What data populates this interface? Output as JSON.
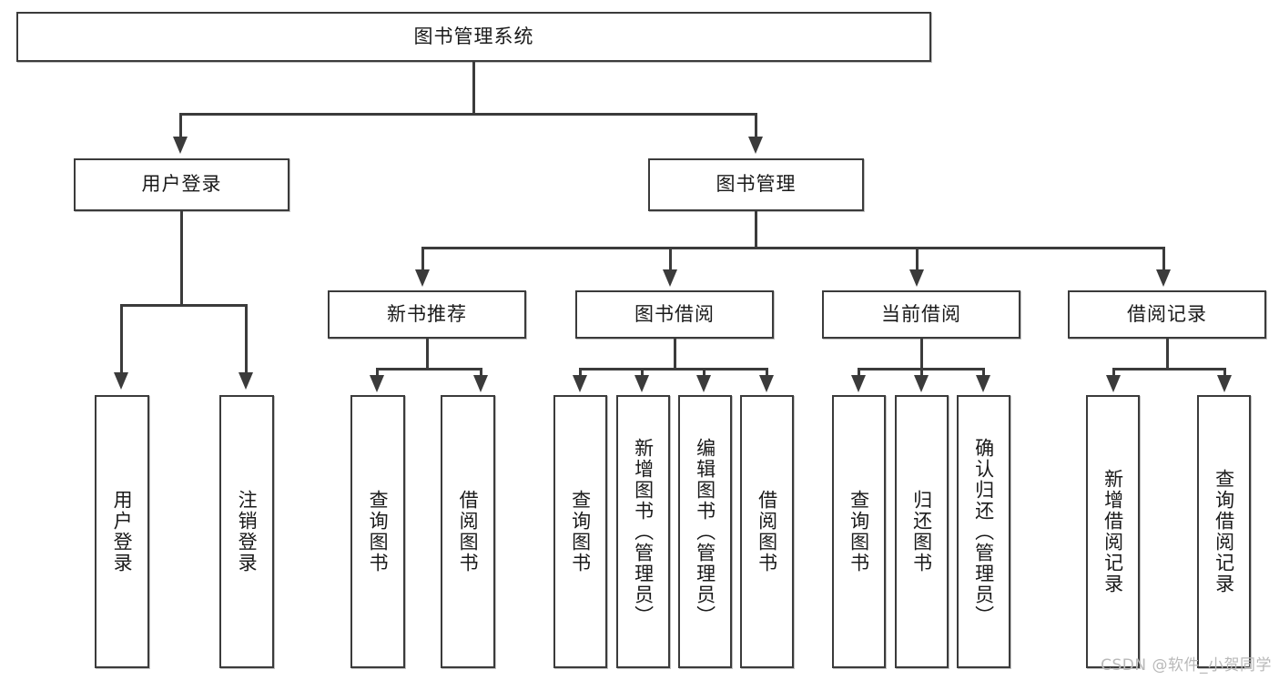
{
  "diagram": {
    "title_node": {
      "label": "图书管理系统"
    },
    "level1": [
      {
        "id": "user-login",
        "label": "用户登录"
      },
      {
        "id": "book-management",
        "label": "图书管理"
      }
    ],
    "level2": [
      {
        "id": "new-book-recommend",
        "label": "新书推荐"
      },
      {
        "id": "book-borrow",
        "label": "图书借阅"
      },
      {
        "id": "current-borrow",
        "label": "当前借阅"
      },
      {
        "id": "borrow-record",
        "label": "借阅记录"
      }
    ],
    "leaves": {
      "user_login": [
        {
          "id": "leaf-user-login",
          "label": "用户登录"
        },
        {
          "id": "leaf-logout-login",
          "label": "注销登录"
        }
      ],
      "new_book_recommend": [
        {
          "id": "leaf-query-book-1",
          "label": "查询图书"
        },
        {
          "id": "leaf-borrow-book-1",
          "label": "借阅图书"
        }
      ],
      "book_borrow": [
        {
          "id": "leaf-query-book-2",
          "label": "查询图书"
        },
        {
          "id": "leaf-add-book",
          "label": "新增图书（管理员）"
        },
        {
          "id": "leaf-edit-book",
          "label": "编辑图书（管理员）"
        },
        {
          "id": "leaf-borrow-book-2",
          "label": "借阅图书"
        }
      ],
      "current_borrow": [
        {
          "id": "leaf-query-book-3",
          "label": "查询图书"
        },
        {
          "id": "leaf-return-book",
          "label": "归还图书"
        },
        {
          "id": "leaf-confirm-return",
          "label": "确认归还（管理员）"
        }
      ],
      "borrow_record": [
        {
          "id": "leaf-add-record",
          "label": "新增借阅记录"
        },
        {
          "id": "leaf-query-record",
          "label": "查询借阅记录"
        }
      ]
    },
    "watermark": "CSDN @软件_小贺同学",
    "colors": {
      "stroke": "#3b3b3b",
      "fill": "#ffffff",
      "text": "#1a1a1a",
      "watermark": "#b9b9b9"
    }
  }
}
